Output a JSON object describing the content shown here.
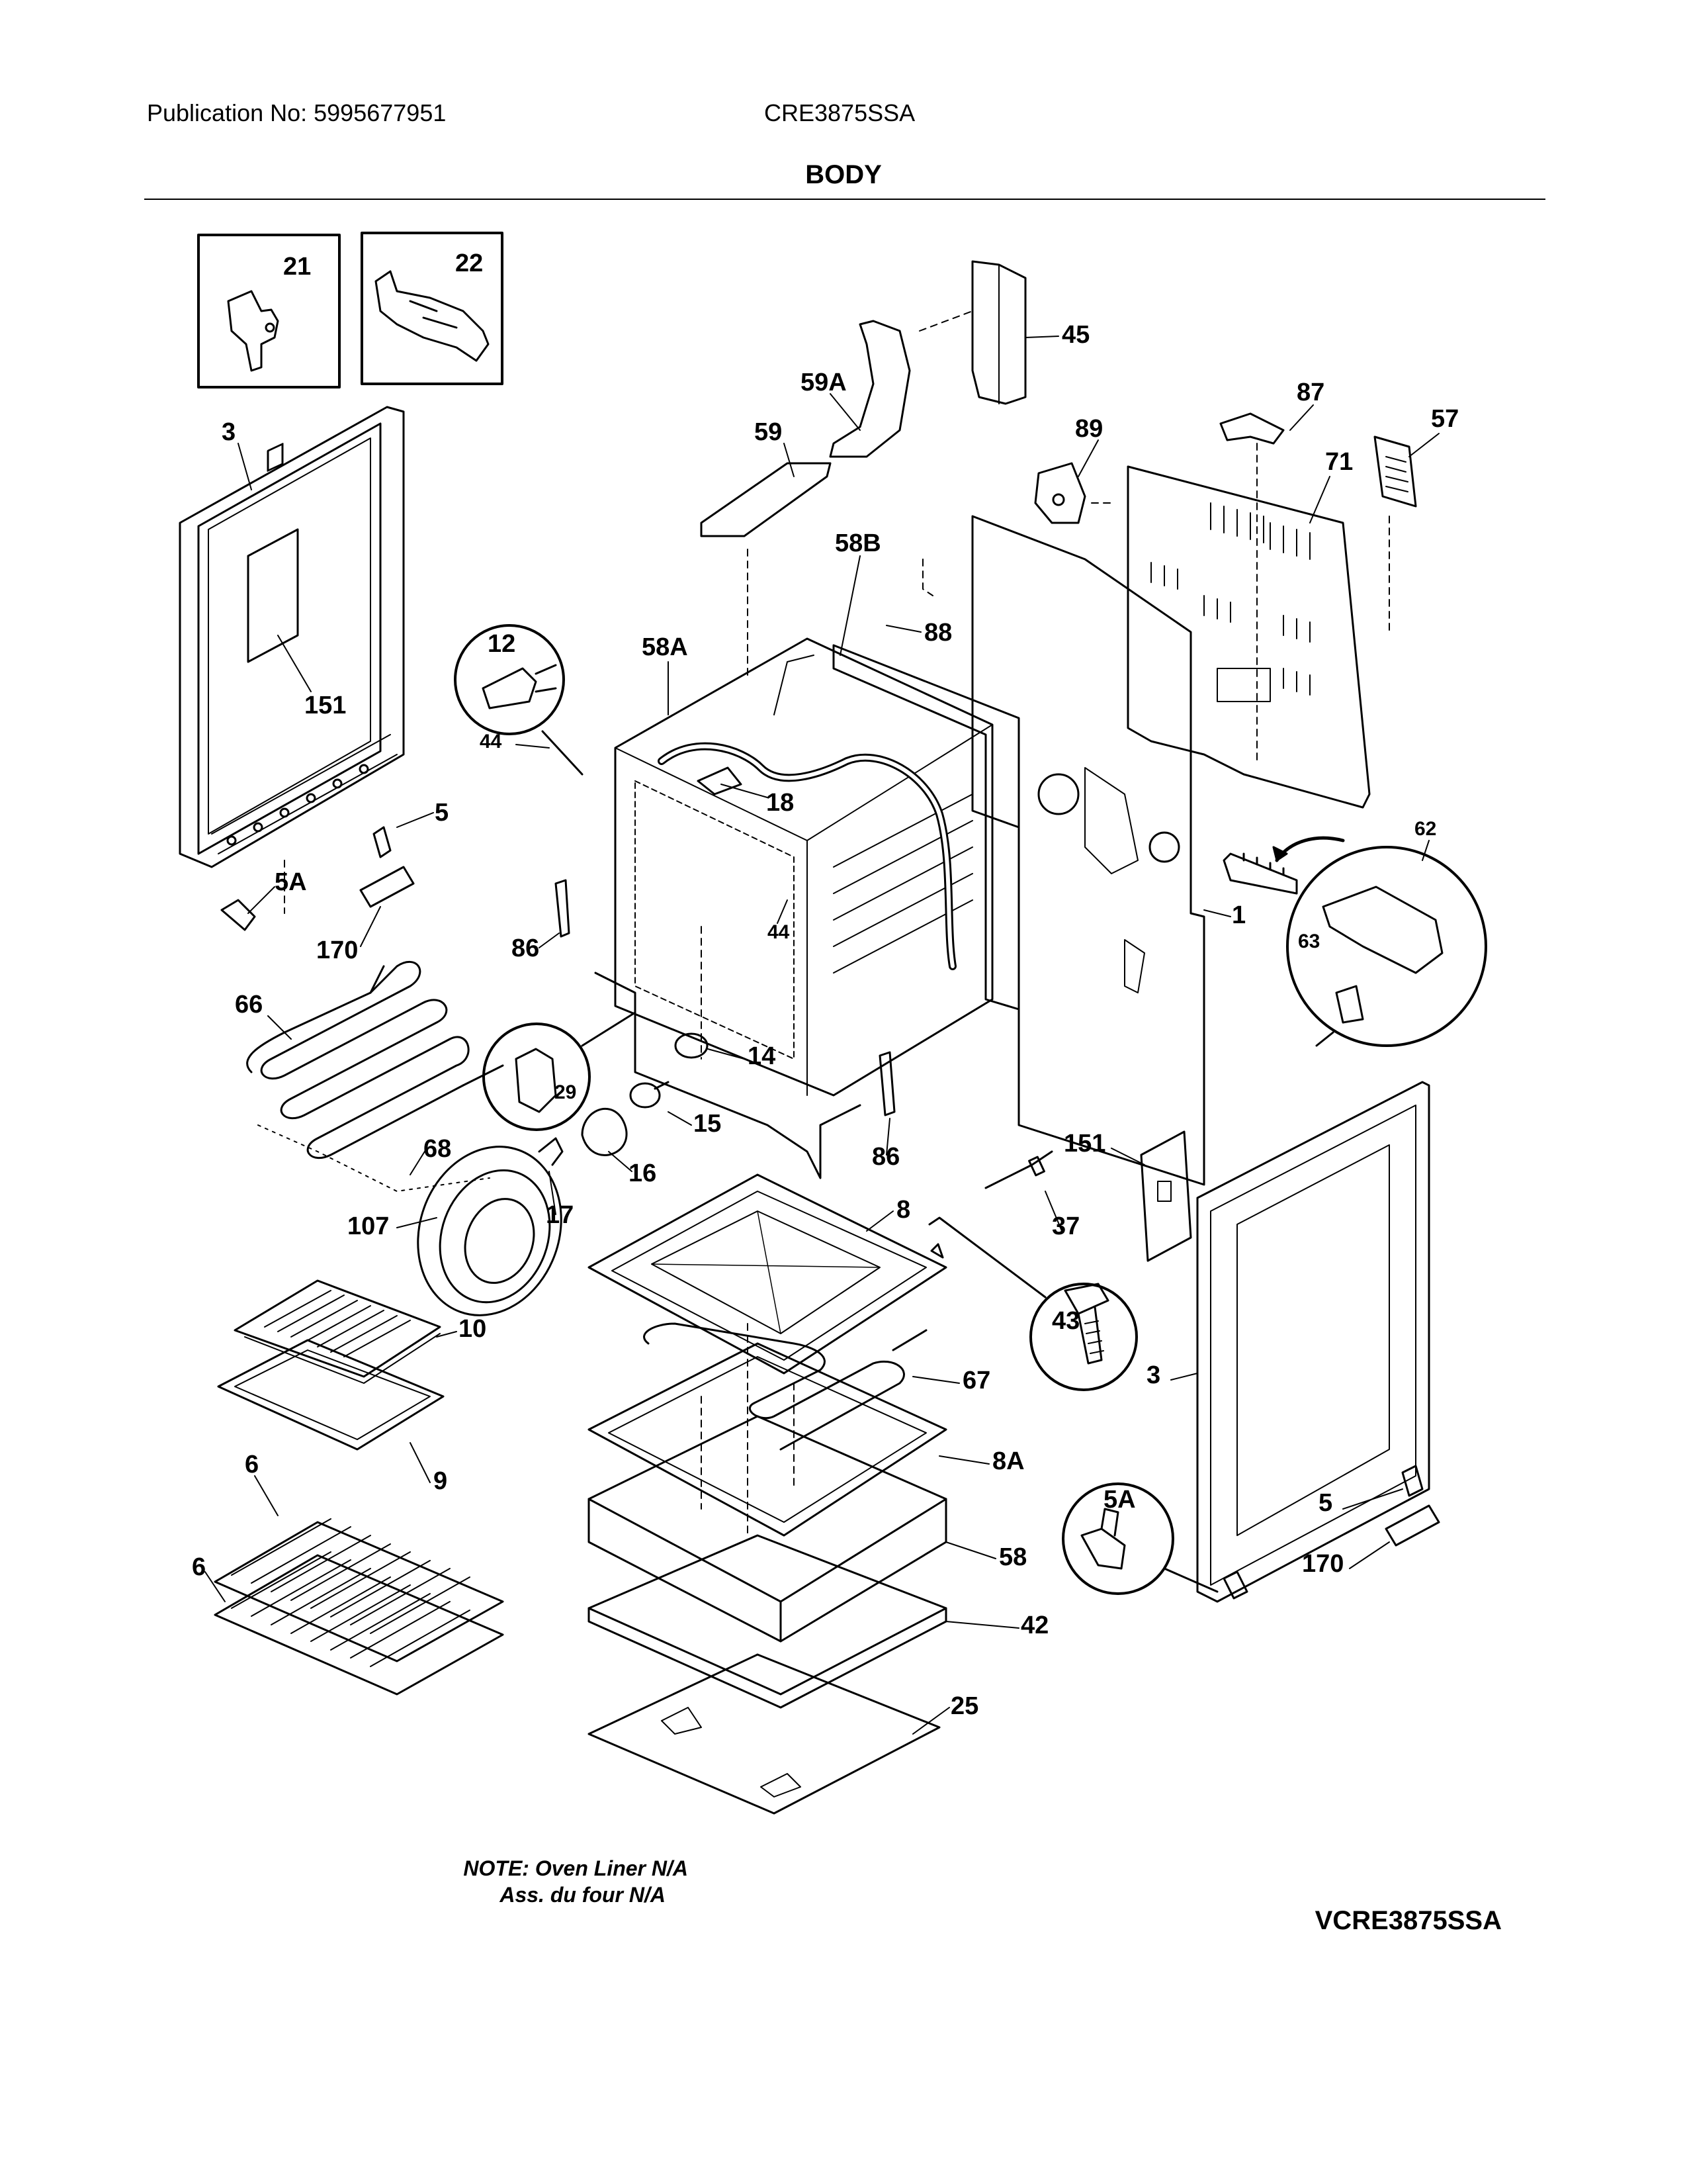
{
  "header": {
    "publication": "Publication No: 5995677951",
    "model": "CRE3875SSA",
    "section_title": "BODY"
  },
  "parts": [
    {
      "key": "p21",
      "label": "21"
    },
    {
      "key": "p22",
      "label": "22"
    },
    {
      "key": "p3a",
      "label": "3"
    },
    {
      "key": "p151a",
      "label": "151"
    },
    {
      "key": "p5a",
      "label": "5"
    },
    {
      "key": "p5Aa",
      "label": "5A"
    },
    {
      "key": "p170a",
      "label": "170"
    },
    {
      "key": "p12",
      "label": "12"
    },
    {
      "key": "p44a",
      "label": "44"
    },
    {
      "key": "p58A",
      "label": "58A"
    },
    {
      "key": "p18",
      "label": "18"
    },
    {
      "key": "p44b",
      "label": "44"
    },
    {
      "key": "p86a",
      "label": "86"
    },
    {
      "key": "p59",
      "label": "59"
    },
    {
      "key": "p59A",
      "label": "59A"
    },
    {
      "key": "p45",
      "label": "45"
    },
    {
      "key": "p58B",
      "label": "58B"
    },
    {
      "key": "p88",
      "label": "88"
    },
    {
      "key": "p89",
      "label": "89"
    },
    {
      "key": "p87",
      "label": "87"
    },
    {
      "key": "p71",
      "label": "71"
    },
    {
      "key": "p57",
      "label": "57"
    },
    {
      "key": "p1",
      "label": "1"
    },
    {
      "key": "p62",
      "label": "62"
    },
    {
      "key": "p63",
      "label": "63"
    },
    {
      "key": "p66",
      "label": "66"
    },
    {
      "key": "p68",
      "label": "68"
    },
    {
      "key": "p29",
      "label": "29"
    },
    {
      "key": "p14",
      "label": "14"
    },
    {
      "key": "p15",
      "label": "15"
    },
    {
      "key": "p16",
      "label": "16"
    },
    {
      "key": "p17",
      "label": "17"
    },
    {
      "key": "p86b",
      "label": "86"
    },
    {
      "key": "p107",
      "label": "107"
    },
    {
      "key": "p10",
      "label": "10"
    },
    {
      "key": "p9",
      "label": "9"
    },
    {
      "key": "p6a",
      "label": "6"
    },
    {
      "key": "p6b",
      "label": "6"
    },
    {
      "key": "p8",
      "label": "8"
    },
    {
      "key": "p67",
      "label": "67"
    },
    {
      "key": "p8A",
      "label": "8A"
    },
    {
      "key": "p58",
      "label": "58"
    },
    {
      "key": "p42",
      "label": "42"
    },
    {
      "key": "p25",
      "label": "25"
    },
    {
      "key": "p43",
      "label": "43"
    },
    {
      "key": "p37",
      "label": "37"
    },
    {
      "key": "p151b",
      "label": "151"
    },
    {
      "key": "p3b",
      "label": "3"
    },
    {
      "key": "p5b",
      "label": "5"
    },
    {
      "key": "p170b",
      "label": "170"
    },
    {
      "key": "p5Ab",
      "label": "5A"
    }
  ],
  "notes": {
    "line1": "NOTE: Oven Liner N/A",
    "line2": "Ass. du four N/A"
  },
  "drawing_id": "VCRE3875SSA"
}
